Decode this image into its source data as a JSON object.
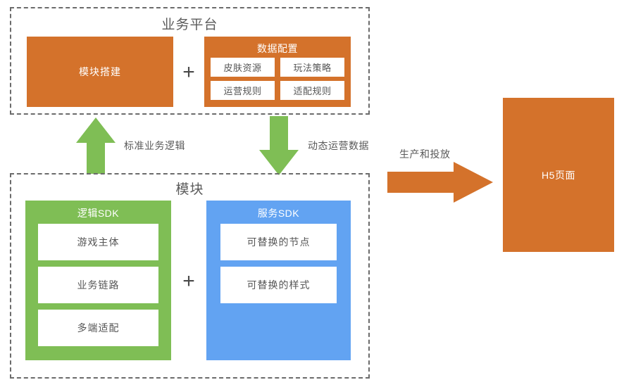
{
  "colors": {
    "orange": "#d4722b",
    "green": "#7fbe55",
    "blue": "#62a3f2",
    "dashed_border": "#6b6b6b",
    "text_gray": "#5a5a5a",
    "chip_text": "#555555"
  },
  "platform_group": {
    "title": "业务平台",
    "module_build": {
      "label": "模块搭建"
    },
    "plus": "+",
    "data_config": {
      "title": "数据配置",
      "chips": [
        "皮肤资源",
        "玩法策略",
        "运营规则",
        "适配规则"
      ]
    }
  },
  "connectors": {
    "up_arrow_label": "标准业务逻辑",
    "down_arrow_label": "动态运营数据",
    "right_arrow_label": "生产和投放"
  },
  "module_group": {
    "title": "模块",
    "plus": "+",
    "logic_sdk": {
      "title": "逻辑SDK",
      "items": [
        "游戏主体",
        "业务链路",
        "多端适配"
      ]
    },
    "service_sdk": {
      "title": "服务SDK",
      "items": [
        "可替换的节点",
        "可替换的样式"
      ]
    }
  },
  "output": {
    "h5_page": {
      "label": "H5页面"
    }
  }
}
